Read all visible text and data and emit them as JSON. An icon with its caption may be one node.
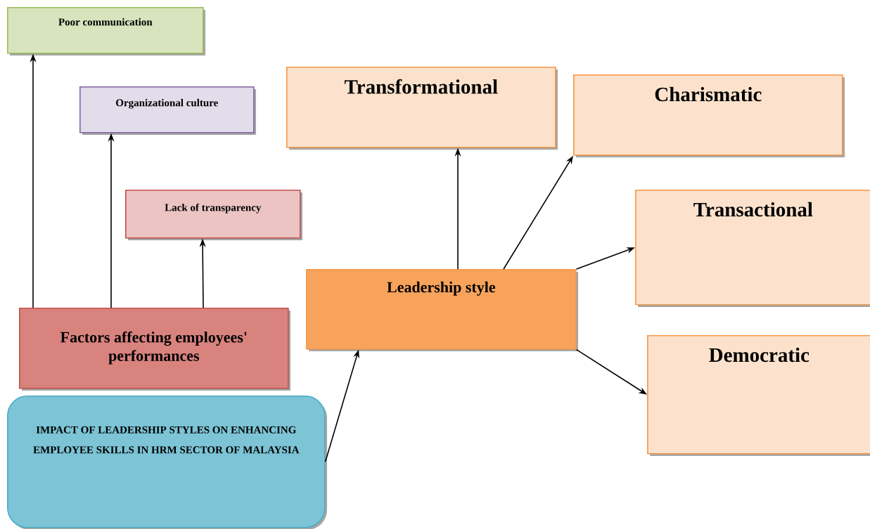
{
  "diagram": {
    "nodes": [
      {
        "text": [
          "Poor communication"
        ]
      },
      {
        "text": [
          "Organizational culture"
        ]
      },
      {
        "text": [
          "Lack of transparency"
        ]
      },
      {
        "text": [
          "Transformational"
        ]
      },
      {
        "text": [
          "Charismatic"
        ]
      },
      {
        "text": [
          "Transactional"
        ]
      },
      {
        "text": [
          "Democratic"
        ]
      },
      {
        "text": [
          "Factors affecting employees' performances"
        ]
      },
      {
        "text": [
          "Leadership style"
        ]
      },
      {
        "text": [
          "IMPACT OF LEADERSHIP STYLES ON ENHANCING EMPLOYEE SKILLS IN HRM SECTOR OF MALAYSIA"
        ]
      }
    ],
    "edges": [
      {
        "from": 7,
        "to": 0,
        "arrow": "to"
      },
      {
        "from": 7,
        "to": 1,
        "arrow": "to"
      },
      {
        "from": 7,
        "to": 2,
        "arrow": "to"
      },
      {
        "from": 8,
        "to": 3,
        "arrow": "to"
      },
      {
        "from": 8,
        "to": 4,
        "arrow": "to"
      },
      {
        "from": 8,
        "to": 5,
        "arrow": "to"
      },
      {
        "from": 8,
        "to": 6,
        "arrow": "to"
      },
      {
        "from": 9,
        "to": 8,
        "arrow": "to"
      }
    ]
  }
}
